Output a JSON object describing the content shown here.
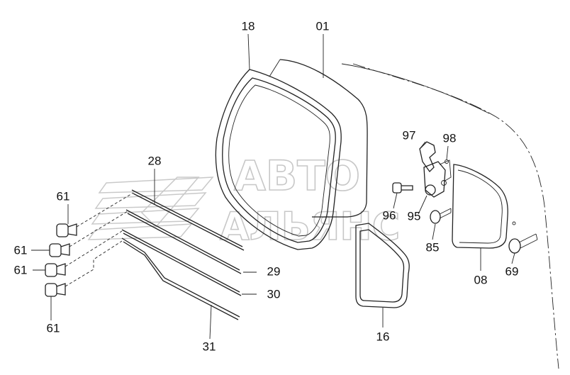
{
  "watermark": {
    "line1": "АВТО",
    "line2": "АЛЬЯНС",
    "logo_icon": "wing-logo-icon"
  },
  "labels": {
    "p18": "18",
    "p01": "01",
    "p97": "97",
    "p98": "98",
    "p28": "28",
    "p61a": "61",
    "p61b": "61",
    "p61c": "61",
    "p61d": "61",
    "p96": "96",
    "p95": "95",
    "p85": "85",
    "p08": "08",
    "p69": "69",
    "p29": "29",
    "p30": "30",
    "p31": "31",
    "p16": "16"
  }
}
